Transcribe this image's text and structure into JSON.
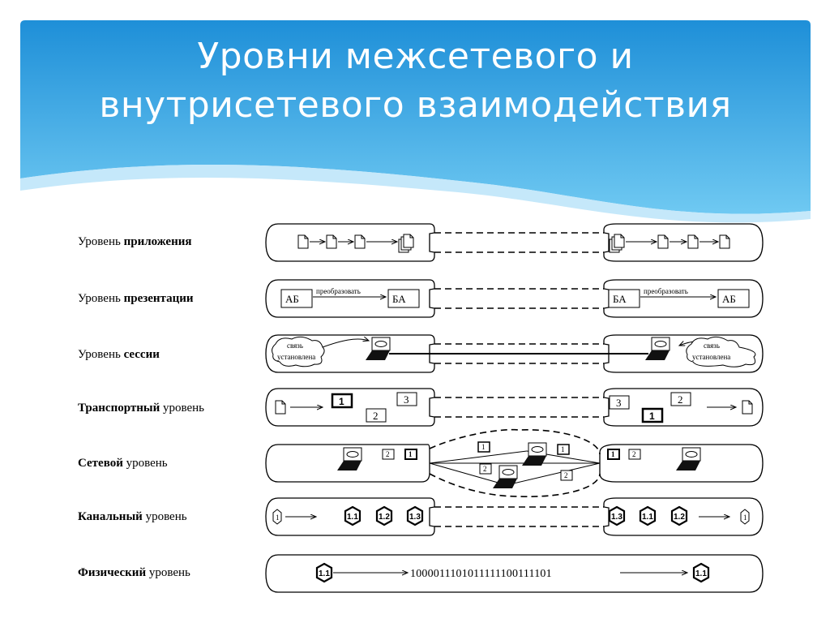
{
  "slide": {
    "title_line1": "Уровни межсетевого и",
    "title_line2": "внутрисетевого взаимодействия",
    "header_colors": {
      "top": "#1e8fd8",
      "bottom": "#6fc9f2",
      "wave": "#bfe6fa"
    }
  },
  "layers": [
    {
      "id": "application",
      "prefix": "Уровень ",
      "bold": "приложения",
      "suffix": ""
    },
    {
      "id": "presentation",
      "prefix": "Уровень ",
      "bold": "презентации",
      "suffix": ""
    },
    {
      "id": "session",
      "prefix": "Уровень ",
      "bold": "сессии",
      "suffix": ""
    },
    {
      "id": "transport",
      "prefix": "",
      "bold": "Транспортный",
      "suffix": " уровень"
    },
    {
      "id": "network",
      "prefix": "",
      "bold": "Сетевой",
      "suffix": " уровень"
    },
    {
      "id": "datalink",
      "prefix": "",
      "bold": "Канальный",
      "suffix": " уровень"
    },
    {
      "id": "physical",
      "prefix": "",
      "bold": "Физический",
      "suffix": " уровень"
    }
  ],
  "presentation": {
    "left_in": "АБ",
    "left_out": "БА",
    "left_action": "преобразовать",
    "right_in": "БА",
    "right_out": "АБ",
    "right_action": "преобразовать"
  },
  "session": {
    "bubble_line1": "связь",
    "bubble_line2": "установлена"
  },
  "transport": {
    "left_segments": [
      "1",
      "2",
      "3"
    ],
    "right_segments": [
      "3",
      "2",
      "1"
    ]
  },
  "network": {
    "left_packets": [
      "2",
      "1"
    ],
    "right_packets": [
      "1",
      "2"
    ],
    "route_packets": [
      "1",
      "1",
      "2",
      "2"
    ]
  },
  "datalink": {
    "left_source": "1",
    "left_frames": [
      "1.1",
      "1.2",
      "1.3"
    ],
    "right_frames": [
      "1.3",
      "1.1",
      "1.2"
    ],
    "right_target": "1"
  },
  "physical": {
    "left_frame": "1.1",
    "bitstream": "1000011101011111100111101",
    "right_frame": "1.1"
  }
}
